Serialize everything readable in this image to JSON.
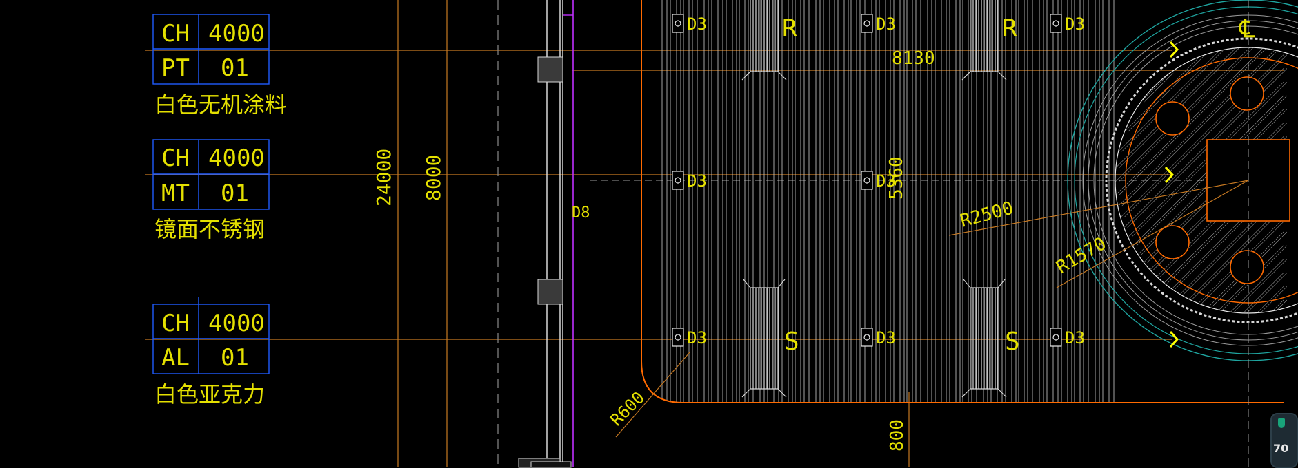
{
  "colors": {
    "background": "#000000",
    "text": "#e4e000",
    "tag_border": "#1f5bff",
    "grid_orange": "#c87a22",
    "outline_orange": "#ff6a00",
    "teal": "#1fa5a0",
    "magenta": "#c030ff",
    "arrow_yellow": "#ffff00"
  },
  "material_tags": [
    {
      "code": "CH",
      "value": "4000",
      "type": "PT",
      "number": "01",
      "name": "白色无机涂料"
    },
    {
      "code": "CH",
      "value": "4000",
      "type": "MT",
      "number": "01",
      "name": "镜面不锈钢"
    },
    {
      "code": "CH",
      "value": "4000",
      "type": "AL",
      "number": "01",
      "name": "白色亚克力"
    }
  ],
  "dimensions": {
    "overall_height": "24000",
    "section_height": "8000",
    "top_span": "8130",
    "mid_span": "5360",
    "bottom_offset": "800"
  },
  "labels": {
    "d8": "D8",
    "d3": "D3",
    "r_mark": "R",
    "s_mark": "S",
    "centerline": "℄",
    "r600": "R600",
    "r2500": "R2500",
    "r1570": "R1570"
  },
  "badge": {
    "icon": "shield-icon",
    "value": "70"
  }
}
